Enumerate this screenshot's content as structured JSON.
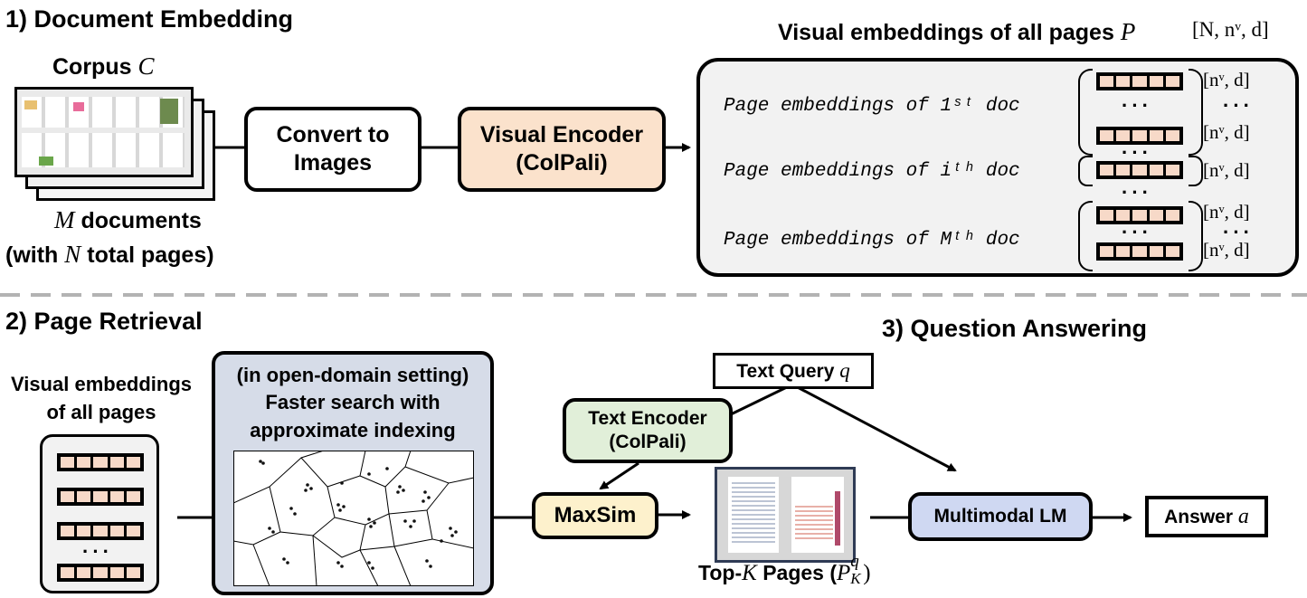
{
  "section1": {
    "title": "1) Document Embedding",
    "corpus_label": "Corpus",
    "corpus_symbol": "C",
    "docs_symbol": "M",
    "docs_label": "documents",
    "pages_label_pre": "(with",
    "pages_symbol": "N",
    "pages_label_post": "total pages)",
    "convert_label_line1": "Convert to",
    "convert_label_line2": "Images",
    "visual_encoder_line1": "Visual Encoder",
    "visual_encoder_line2": "(ColPali)",
    "all_pages_title": "Visual embeddings of all pages",
    "all_pages_symbol": "P",
    "all_pages_dim": "[N, nᵛ, d]",
    "rows": [
      {
        "label": "Page embeddings of 1ˢᵗ doc"
      },
      {
        "label": "Page embeddings of iᵗʰ doc"
      },
      {
        "label": "Page embeddings of Mᵗʰ doc"
      }
    ],
    "row_dim": "[nᵛ, d]",
    "ellipsis": "···"
  },
  "section2": {
    "title": "2) Page Retrieval",
    "store_label_line1": "Visual embeddings",
    "store_label_line2": "of all pages",
    "index_line1": "(in open-domain setting)",
    "index_line2": "Faster search with",
    "index_line3": "approximate indexing",
    "text_encoder_line1": "Text Encoder",
    "text_encoder_line2": "(ColPali)",
    "maxsim_label": "MaxSim",
    "topk_pre": "Top-",
    "topk_symbol": "K",
    "topk_post": "Pages (",
    "topk_P": "P",
    "topk_sup": "q",
    "topk_sub": "K",
    "topk_close": ")"
  },
  "section3": {
    "title": "3) Question Answering",
    "query_label": "Text Query",
    "query_symbol": "q",
    "mlm_label": "Multimodal LM",
    "answer_label": "Answer",
    "answer_symbol": "a"
  },
  "colors": {
    "visual_encoder_fill": "#fbe2cc",
    "text_encoder_fill": "#e1efd9",
    "maxsim_fill": "#fdf1cc",
    "mlm_fill": "#cfd8f2",
    "panel_fill": "#f2f2f2",
    "index_fill": "#d6dce8",
    "embedding_cell": "#f7d9c8",
    "divider": "#b3b3b3"
  }
}
